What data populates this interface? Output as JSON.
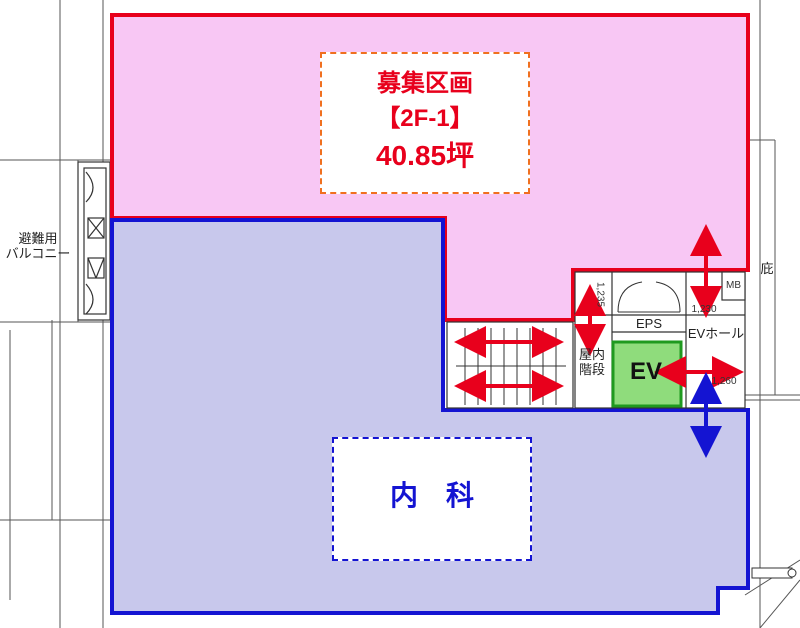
{
  "recruit": {
    "title": "募集区画",
    "unit": "【2F-1】",
    "area": "40.85坪",
    "fill_color": "#f8c7f4",
    "border_color": "#e8001c"
  },
  "tenant": {
    "name": "内　科",
    "fill_color": "#c8c8ec",
    "border_color": "#1414d2"
  },
  "labels": {
    "balcony": "避難用\nバルコニー",
    "stairs": "屋内\n階段",
    "ev": "EV",
    "eps": "EPS",
    "ev_hall": "EVホール",
    "mb": "MB",
    "right_cut": "庇",
    "dim_1235": "1,235",
    "dim_1230": "1,230",
    "dim_1260": "1,260"
  },
  "colors": {
    "ev_fill": "#8fdc7c",
    "ev_border": "#1f9a1f",
    "arrow_red": "#e8001c",
    "arrow_blue": "#1414d2"
  }
}
